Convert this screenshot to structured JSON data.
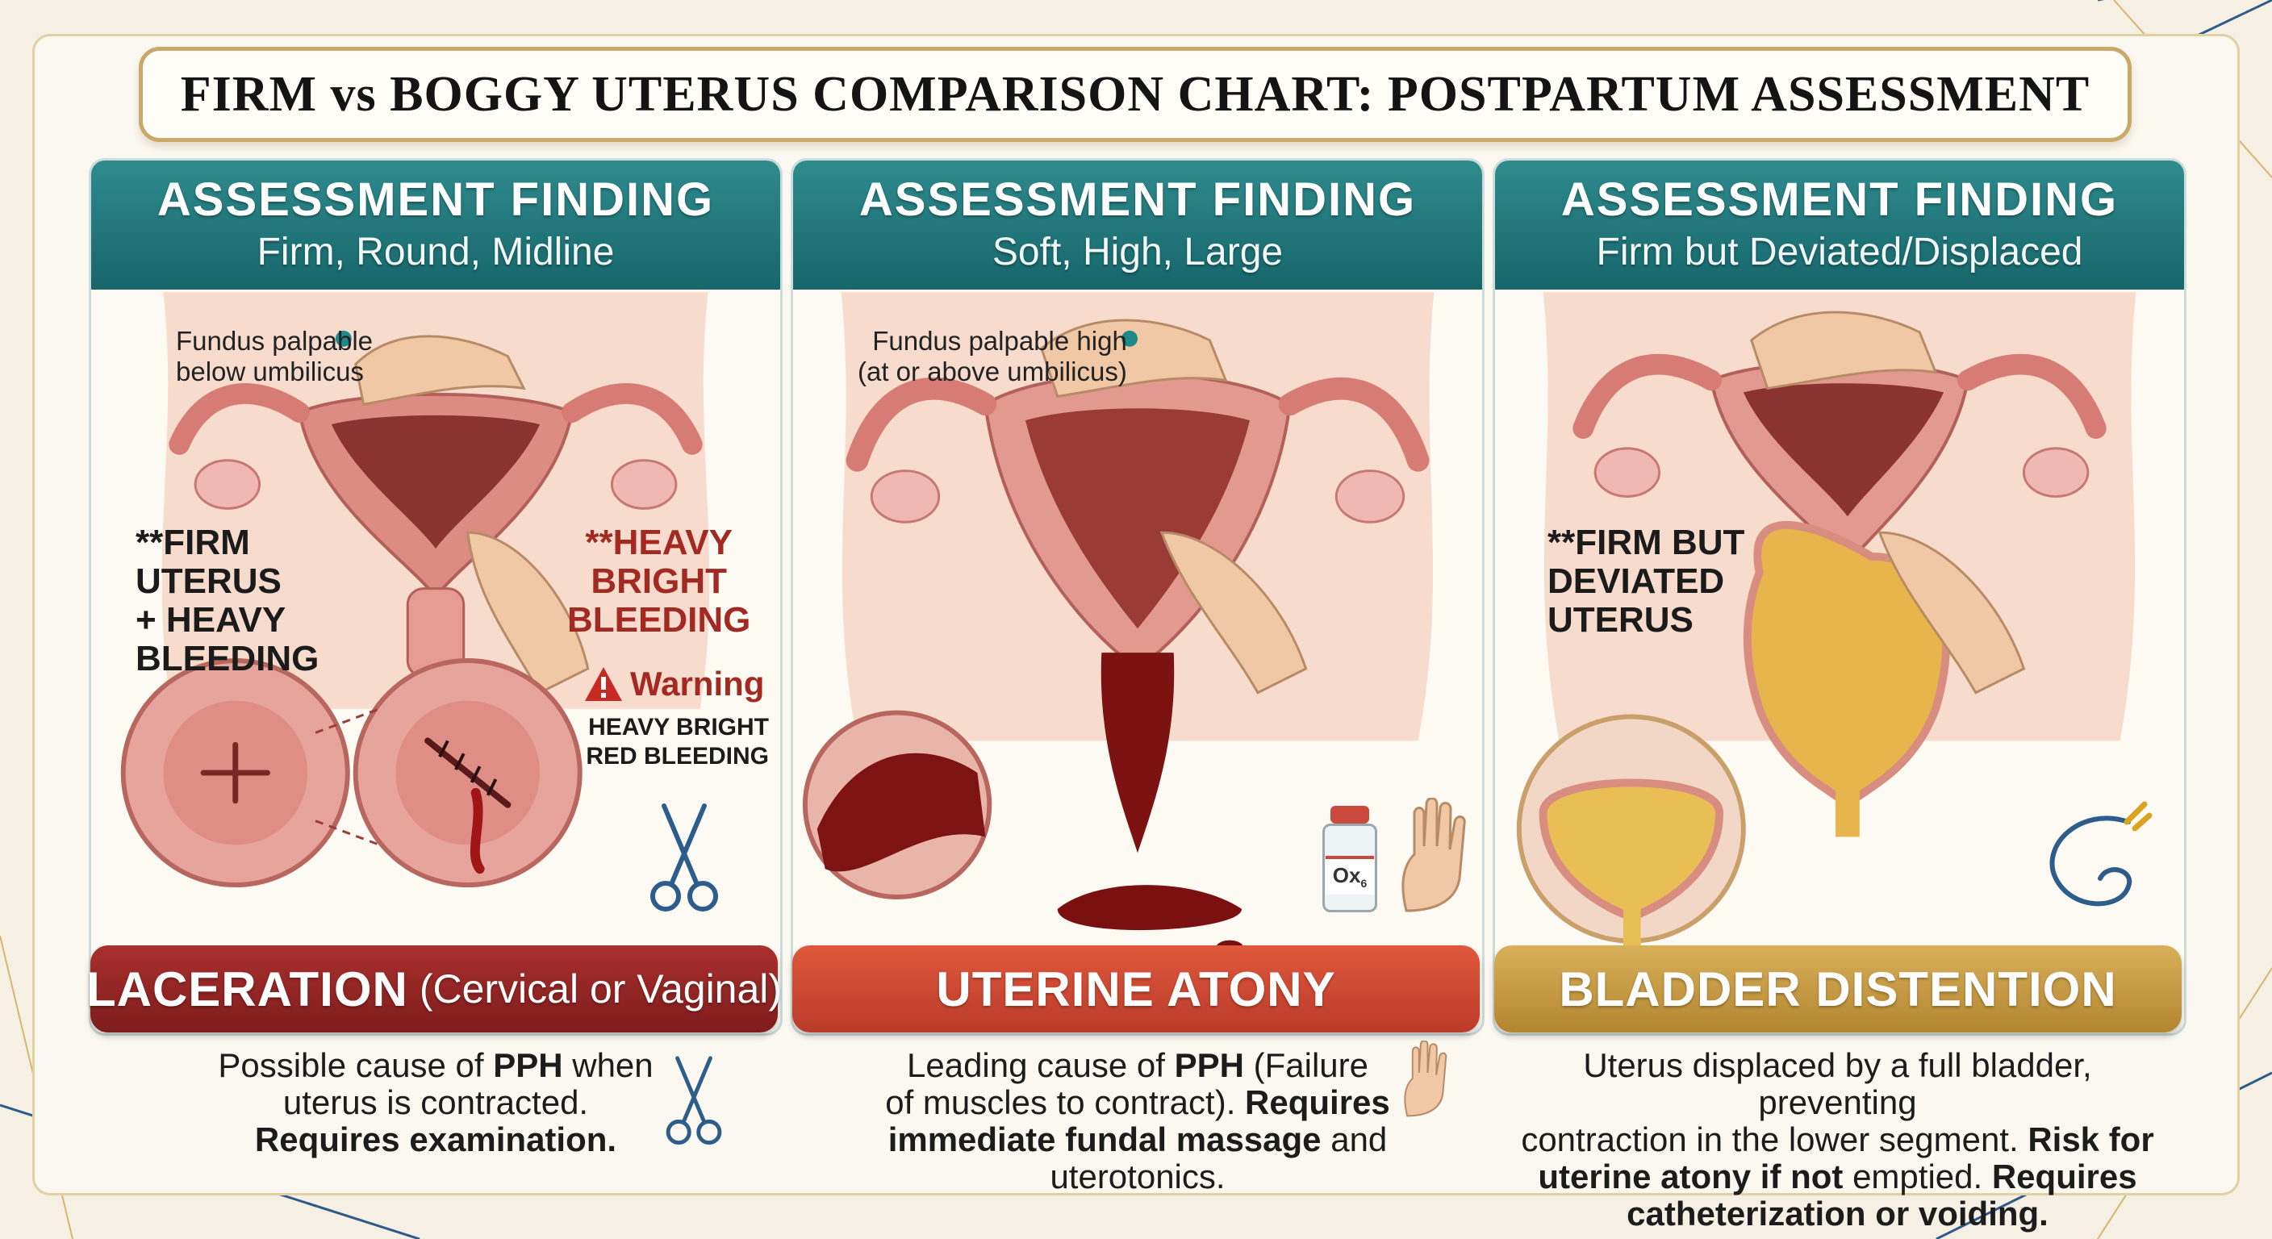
{
  "title": "FIRM vs BOGGY UTERUS COMPARISON CHART: POSTPARTUM ASSESSMENT",
  "panels": [
    {
      "heading": "ASSESSMENT FINDING",
      "finding": "Firm, Round, Midline",
      "fundus_note_1": "Fundus palpable",
      "fundus_note_2": "below umbilicus",
      "callout_1": "**FIRM",
      "callout_2": "UTERUS",
      "callout_3": "+ HEAVY",
      "callout_4": "BLEEDING",
      "bleed_1": "**HEAVY",
      "bleed_2": "BRIGHT",
      "bleed_3": "BLEEDING",
      "warning_title": "Warning",
      "warning_1": "HEAVY BRIGHT",
      "warning_2": "RED BLEEDING",
      "cause_name": "LACERATION",
      "cause_sub": "(Cervical or Vaginal)",
      "desc_1_a": "Possible cause of ",
      "desc_1_b": "PPH",
      "desc_1_c": " when",
      "desc_2": "uterus is contracted.",
      "desc_3": "Requires examination."
    },
    {
      "heading": "ASSESSMENT FINDING",
      "finding": "Soft, High, Large",
      "fundus_note_1": "Fundus palpable high",
      "fundus_note_2": "(at or above umbilicus)",
      "vial_label": "Ox",
      "vial_sub": "6",
      "cause_name": "UTERINE ATONY",
      "desc_1_a": "Leading cause of ",
      "desc_1_b": "PPH",
      "desc_1_c": " (Failure",
      "desc_2_a": "of muscles to contract). ",
      "desc_2_b": "Requires",
      "desc_3_a": "immediate fundal massage",
      "desc_3_b": " and uterotonics."
    },
    {
      "heading": "ASSESSMENT FINDING",
      "finding": "Firm but Deviated/Displaced",
      "callout_1": "**FIRM BUT",
      "callout_2": "DEVIATED",
      "callout_3": "UTERUS",
      "cause_name": "BLADDER DISTENTION",
      "desc_1": "Uterus displaced by a full bladder, preventing",
      "desc_2_a": "contraction in the lower segment. ",
      "desc_2_b": "Risk for",
      "desc_3_a": "uterine atony if not",
      "desc_3_b": " emptied. ",
      "desc_3_c": "Requires",
      "desc_4": "catheterization or voiding."
    }
  ],
  "colors": {
    "teal_header": "#1d7074",
    "laceration": "#8e2322",
    "atony": "#cf4a32",
    "bladder": "#c59a3e",
    "tissue": "#e3928c",
    "blood": "#8a1414"
  },
  "icons": [
    "scissors-icon",
    "hand-icon",
    "oxytocin-vial-icon",
    "catheter-icon",
    "warning-icon"
  ]
}
